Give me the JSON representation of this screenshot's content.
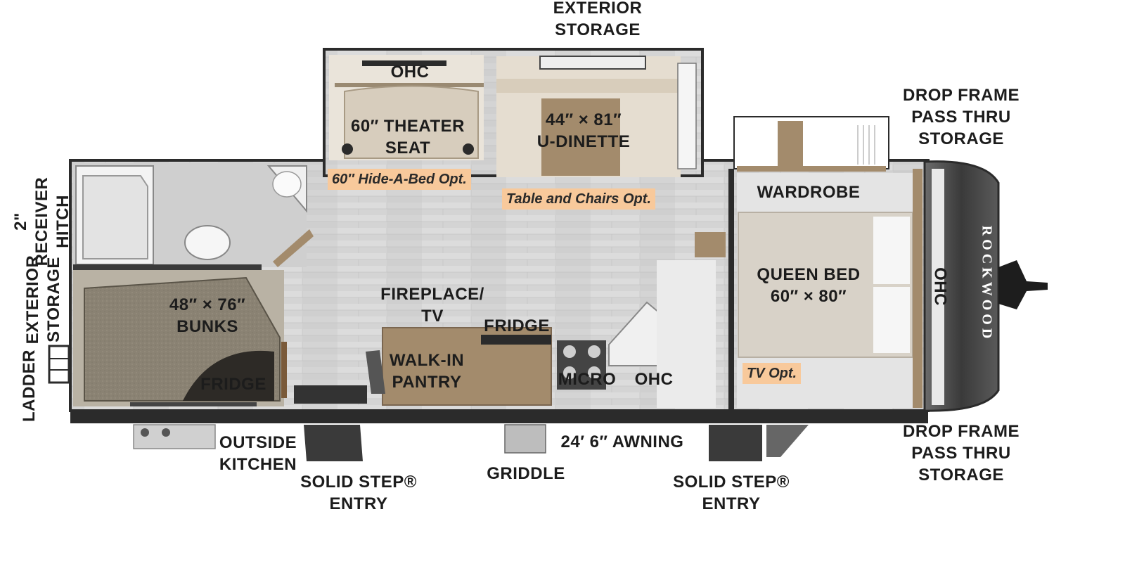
{
  "labels": {
    "exterior_storage_top": [
      "EXTERIOR",
      "STORAGE"
    ],
    "drop_frame_top": [
      "DROP FRAME",
      "PASS THRU",
      "STORAGE"
    ],
    "drop_frame_bottom": [
      "DROP FRAME",
      "PASS THRU",
      "STORAGE"
    ],
    "receiver_hitch": [
      "2\"",
      "RECEIVER",
      "HITCH"
    ],
    "exterior_storage_left": [
      "EXTERIOR",
      "STORAGE"
    ],
    "ladder": "LADDER",
    "ohc_slide": "OHC",
    "theater_seat": [
      "60″ THEATER",
      "SEAT"
    ],
    "u_dinette": [
      "44″ × 81″",
      "U-DINETTE"
    ],
    "wardrobe": "WARDROBE",
    "queen_bed": [
      "QUEEN BED",
      "60″ × 80″"
    ],
    "ohc_front": "OHC",
    "bunks": [
      "48″ × 76″",
      "BUNKS"
    ],
    "fireplace_tv": [
      "FIREPLACE/",
      "TV"
    ],
    "fridge_kitchen": "FRIDGE",
    "walk_in_pantry": [
      "WALK-IN",
      "PANTRY"
    ],
    "micro": "MICRO",
    "ohc_kitchen": "OHC",
    "fridge_bunk": "FRIDGE",
    "outside_kitchen": [
      "OUTSIDE",
      "KITCHEN"
    ],
    "awning": "24′ 6″ AWNING",
    "griddle": "GRIDDLE",
    "solid_step_rear": [
      "SOLID STEP®",
      "ENTRY"
    ],
    "solid_step_front": [
      "SOLID STEP®",
      "ENTRY"
    ]
  },
  "options": {
    "hide_a_bed": "60″ Hide-A-Bed Opt.",
    "table_chairs": "Table and Chairs Opt.",
    "tv": "TV Opt."
  },
  "brand": "ROCKWOOD",
  "colors": {
    "option_tag": "#f8c99b",
    "floor": "#d9d9d9",
    "wall": "#2b2b2b",
    "cabinet_wood": "#a38b6c"
  }
}
